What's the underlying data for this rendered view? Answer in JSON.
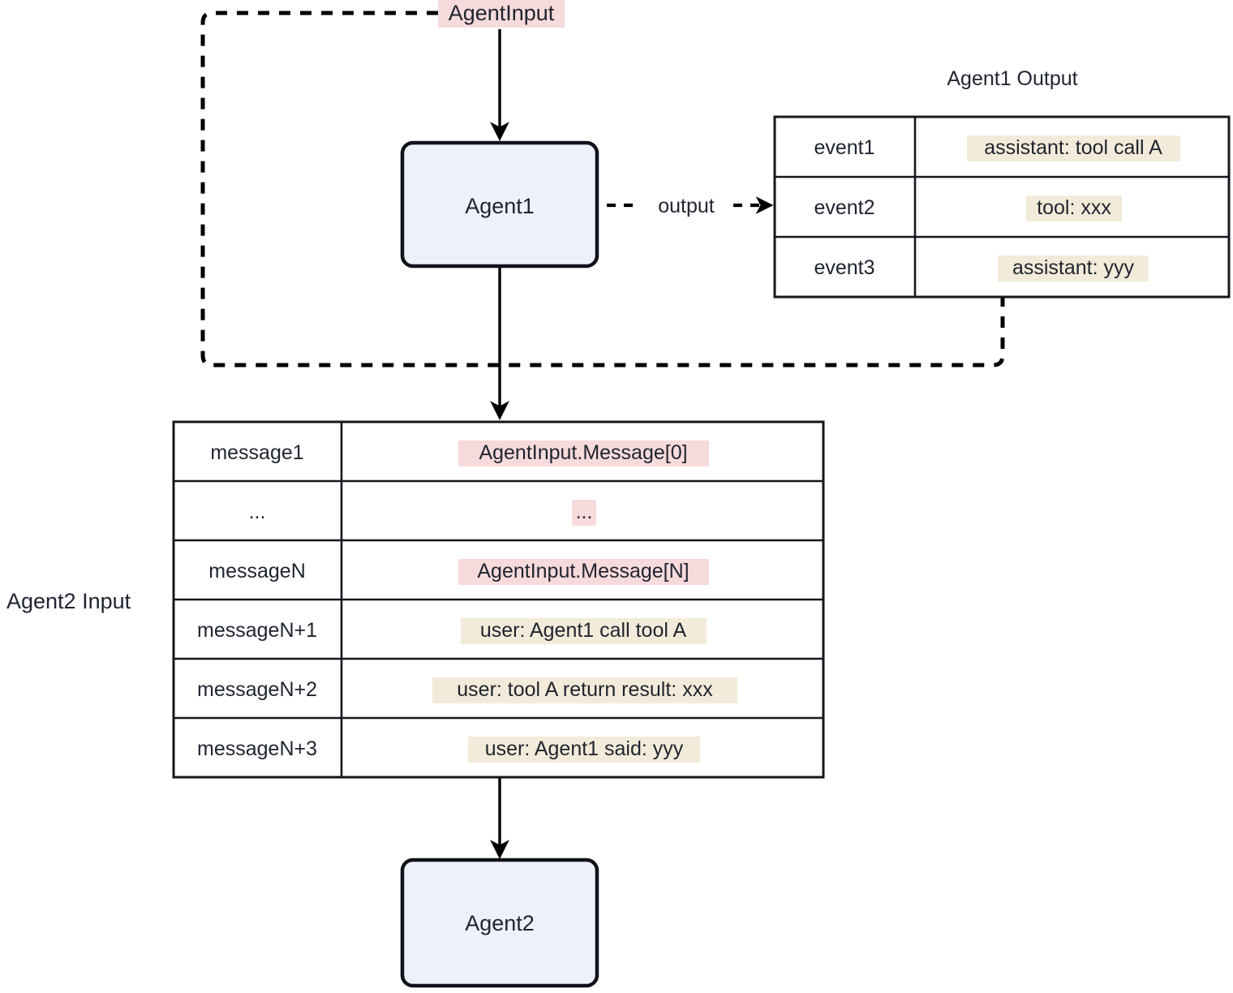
{
  "diagram": {
    "title_agent_input": "AgentInput",
    "edge_output_label": "output",
    "side_label_agent2_input": "Agent2 Input",
    "nodes": {
      "agent1": "Agent1",
      "agent2": "Agent2"
    },
    "agent1_output_table": {
      "title": "Agent1 Output",
      "rows": [
        {
          "key": "event1",
          "value": "assistant: tool call A",
          "highlight": "cream"
        },
        {
          "key": "event2",
          "value": "tool: xxx",
          "highlight": "cream"
        },
        {
          "key": "event3",
          "value": "assistant: yyy",
          "highlight": "cream"
        }
      ]
    },
    "agent2_input_table": {
      "rows": [
        {
          "key": "message1",
          "value": "AgentInput.Message[0]",
          "highlight": "pink"
        },
        {
          "key": "...",
          "value": "...",
          "highlight": "pink"
        },
        {
          "key": "messageN",
          "value": "AgentInput.Message[N]",
          "highlight": "pink"
        },
        {
          "key": "messageN+1",
          "value": "user: Agent1 call tool A",
          "highlight": "cream"
        },
        {
          "key": "messageN+2",
          "value": "user: tool A return result: xxx",
          "highlight": "cream"
        },
        {
          "key": "messageN+3",
          "value": "user: Agent1 said: yyy",
          "highlight": "cream"
        }
      ]
    },
    "colors": {
      "node_fill": "#eef1fa",
      "node_stroke": "#10131a",
      "highlight_pink": "#f7dadb",
      "highlight_cream": "#f3ebd9",
      "line": "#000000",
      "text": "#1f2430",
      "background": "#ffffff"
    }
  }
}
